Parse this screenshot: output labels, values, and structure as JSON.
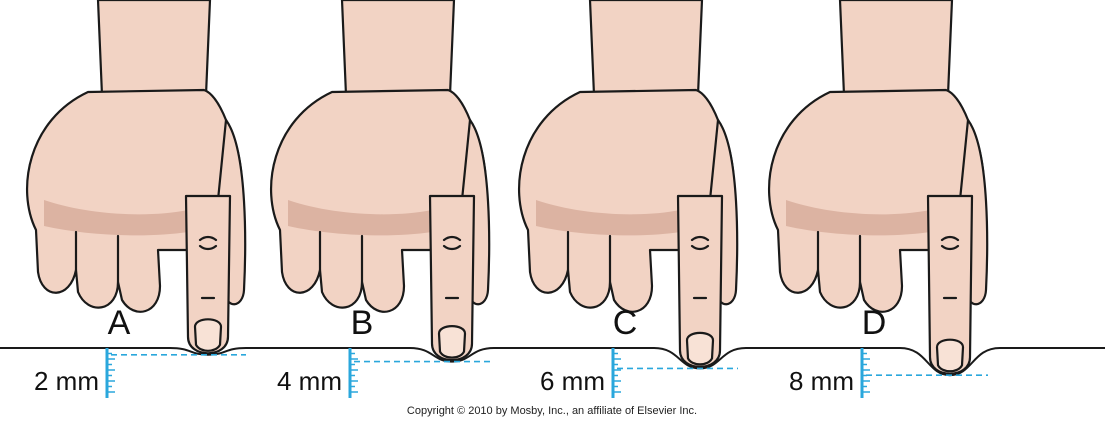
{
  "colors": {
    "skin": "#f2d3c4",
    "skin_shadow": "#dcb3a2",
    "outline": "#1a1a1a",
    "ruler": "#2aa7dc",
    "surface": "#1a1a1a"
  },
  "panels": [
    {
      "letter": "A",
      "depth_label": "2 mm",
      "depth_mm": 2
    },
    {
      "letter": "B",
      "depth_label": "4 mm",
      "depth_mm": 4
    },
    {
      "letter": "C",
      "depth_label": "6 mm",
      "depth_mm": 6
    },
    {
      "letter": "D",
      "depth_label": "8 mm",
      "depth_mm": 8
    }
  ],
  "copyright": "Copyright © 2010 by Mosby, Inc., an affiliate of Elsevier Inc."
}
